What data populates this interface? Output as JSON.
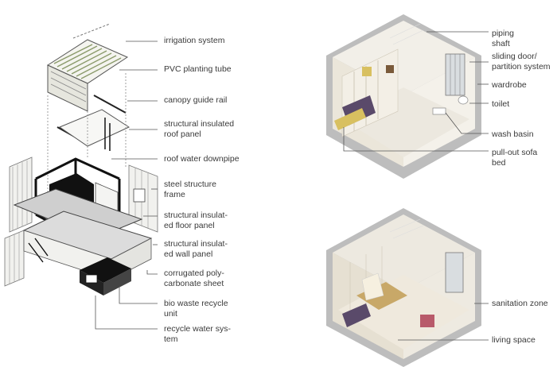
{
  "exploded_labels": [
    "irrigation system",
    "PVC planting tube",
    "canopy guide rail",
    "structural insulated\nroof panel",
    "roof water downpipe",
    "steel structure\nframe",
    "structural insulat-\ned floor panel",
    "structural insulat-\ned wall panel",
    "corrugated poly-\ncarbonate sheet",
    "bio waste recycle\nunit",
    "recycle water sys-\ntem"
  ],
  "top_room_labels": [
    "piping\nshaft",
    "sliding door/\npartition system",
    "wardrobe",
    "toilet",
    "wash basin",
    "pull-out sofa\nbed"
  ],
  "bottom_room_labels": [
    "sanitation zone",
    "living space"
  ],
  "colors": {
    "label_text": "#3a3a3a",
    "leader_line": "#555555",
    "frame": "#111111",
    "planting": "#8a9a6a",
    "sofa": "#5a4a6a",
    "accent_yellow": "#d8c060",
    "wall": "#f2efe8"
  }
}
